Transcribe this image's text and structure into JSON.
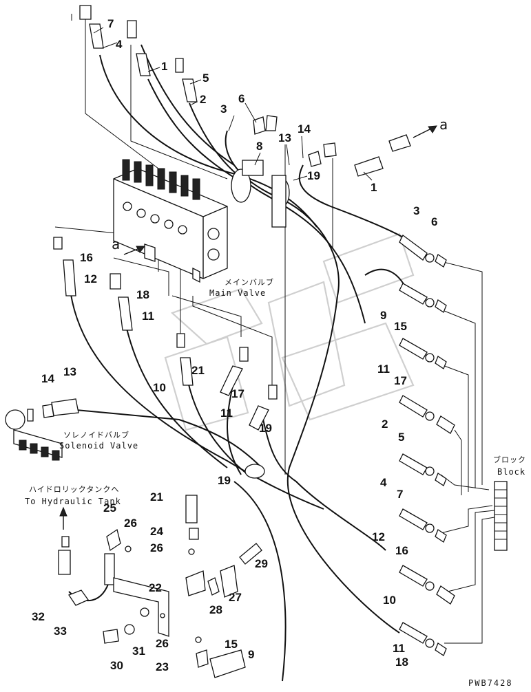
{
  "labels": {
    "main_valve_jp": "メインバルブ",
    "main_valve_en": "Main Valve",
    "solenoid_valve_jp": "ソレノイドバルブ",
    "solenoid_valve_en": "Solenoid Valve",
    "tank_jp": "ハイドロリックタンクへ",
    "tank_en": "To Hydraulic Tank",
    "block_jp": "ブロック",
    "block_en": "Block",
    "ref_a_top": "a",
    "ref_a_left": "a",
    "drawing_code": "PWB7428"
  },
  "callouts": [
    "7",
    "4",
    "1",
    "5",
    "2",
    "3",
    "6",
    "8",
    "13",
    "14",
    "19",
    "1",
    "3",
    "6",
    "16",
    "12",
    "18",
    "11",
    "9",
    "15",
    "11",
    "17",
    "21",
    "10",
    "17",
    "14",
    "13",
    "11",
    "19",
    "2",
    "5",
    "4",
    "7",
    "19",
    "21",
    "25",
    "26",
    "24",
    "26",
    "22",
    "29",
    "27",
    "28",
    "12",
    "16",
    "10",
    "32",
    "33",
    "31",
    "26",
    "30",
    "23",
    "15",
    "9",
    "11",
    "18"
  ]
}
